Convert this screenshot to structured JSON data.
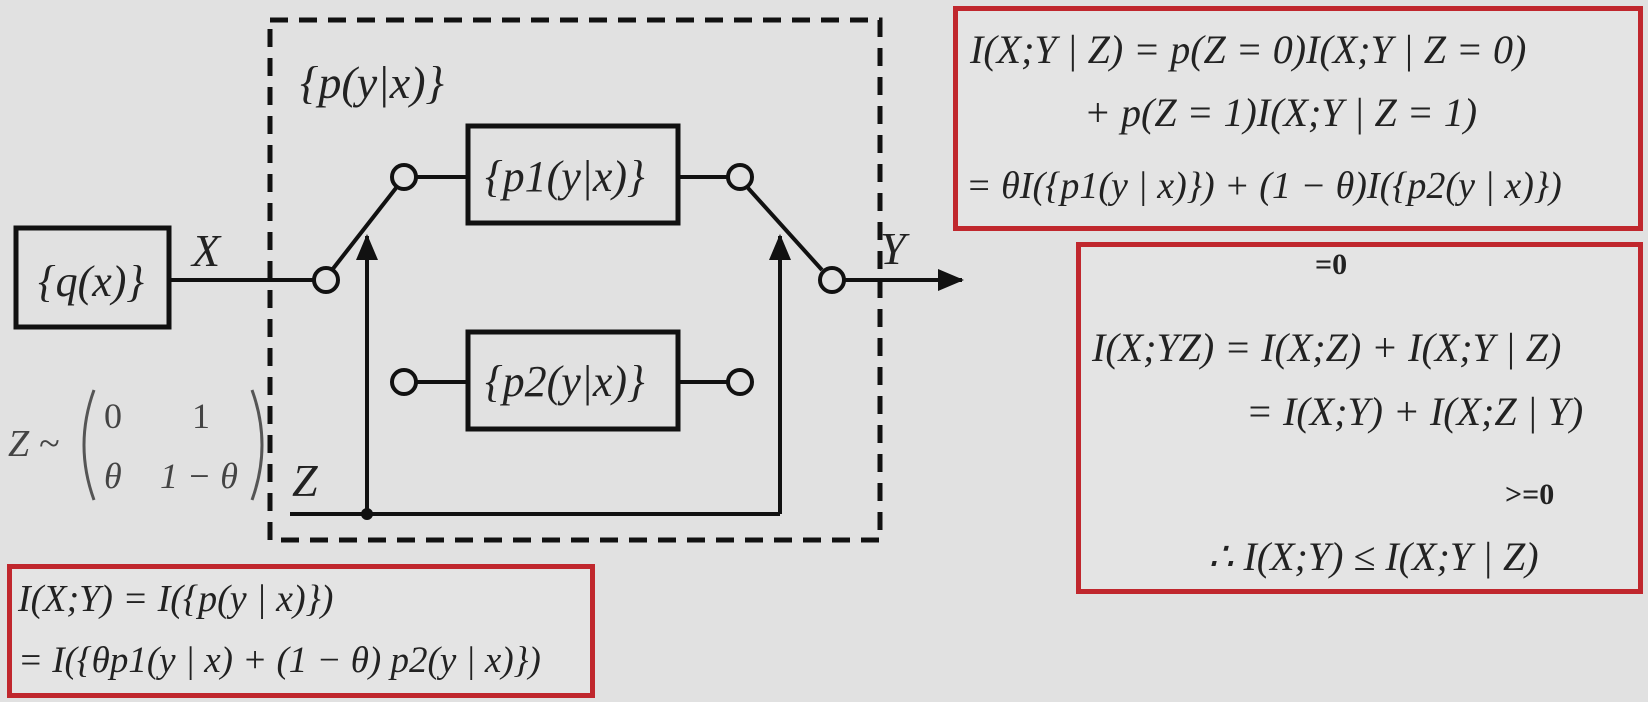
{
  "diagram": {
    "source_label": "{q(x)}",
    "channel_label": "{p(y|x)}",
    "channel1_label": "{p1(y|x)}",
    "channel2_label": "{p2(y|x)}",
    "x_label": "X",
    "y_label": "Y",
    "z_label": "Z",
    "z_dist": {
      "prefix": "Z ~",
      "row1": [
        "0",
        "1"
      ],
      "row2": [
        "θ",
        "1 − θ"
      ]
    }
  },
  "box_top": {
    "line1": "I(X;Y | Z) = p(Z = 0)I(X;Y | Z = 0)",
    "line2": "+ p(Z = 1)I(X;Y | Z = 1)",
    "line3": "= θI({p1(y | x)}) + (1 − θ)I({p2(y | x)})"
  },
  "box_right": {
    "above_brace": "=0",
    "line1": "I(X;YZ) = I(X;Z) + I(X;Y | Z)",
    "line2": "= I(X;Y) + I(X;Z | Y)",
    "below_brace": ">=0",
    "conclusion": "∴ I(X;Y) ≤ I(X;Y | Z)"
  },
  "box_bottom": {
    "line1": "I(X;Y) = I({p(y | x)})",
    "line2": "= I({θp1(y | x) + (1 − θ) p2(y | x)})"
  }
}
